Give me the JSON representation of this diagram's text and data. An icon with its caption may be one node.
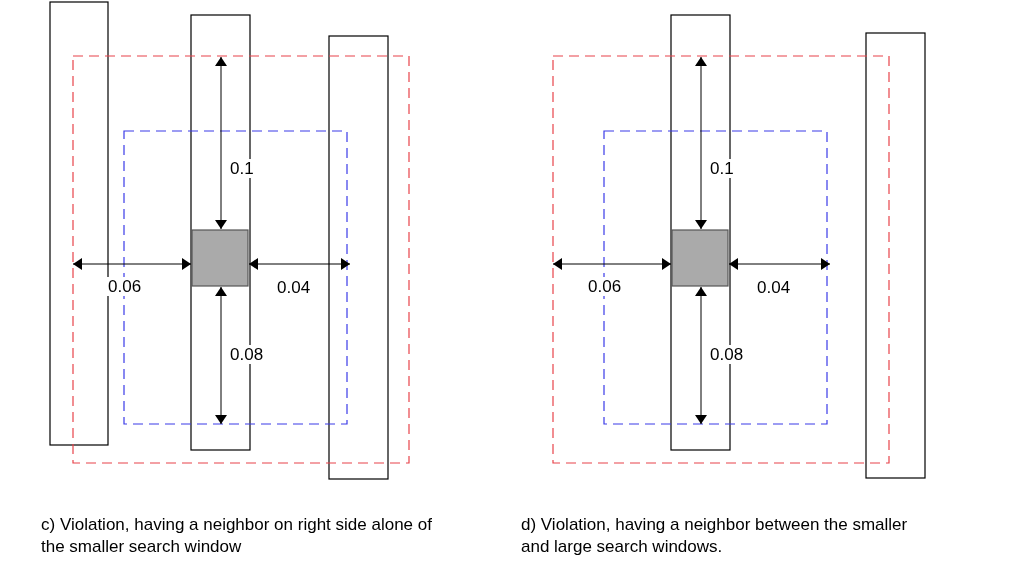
{
  "diagram": {
    "labels": [
      "0.1",
      "0.06",
      "0.04",
      "0.08",
      "0.1",
      "0.06",
      "0.04",
      "0.08",
      "c) Violation, having a neighbor on right side alone of the smaller search window",
      "d) Violation, having a neighbor between the smaller and large search windows."
    ]
  }
}
